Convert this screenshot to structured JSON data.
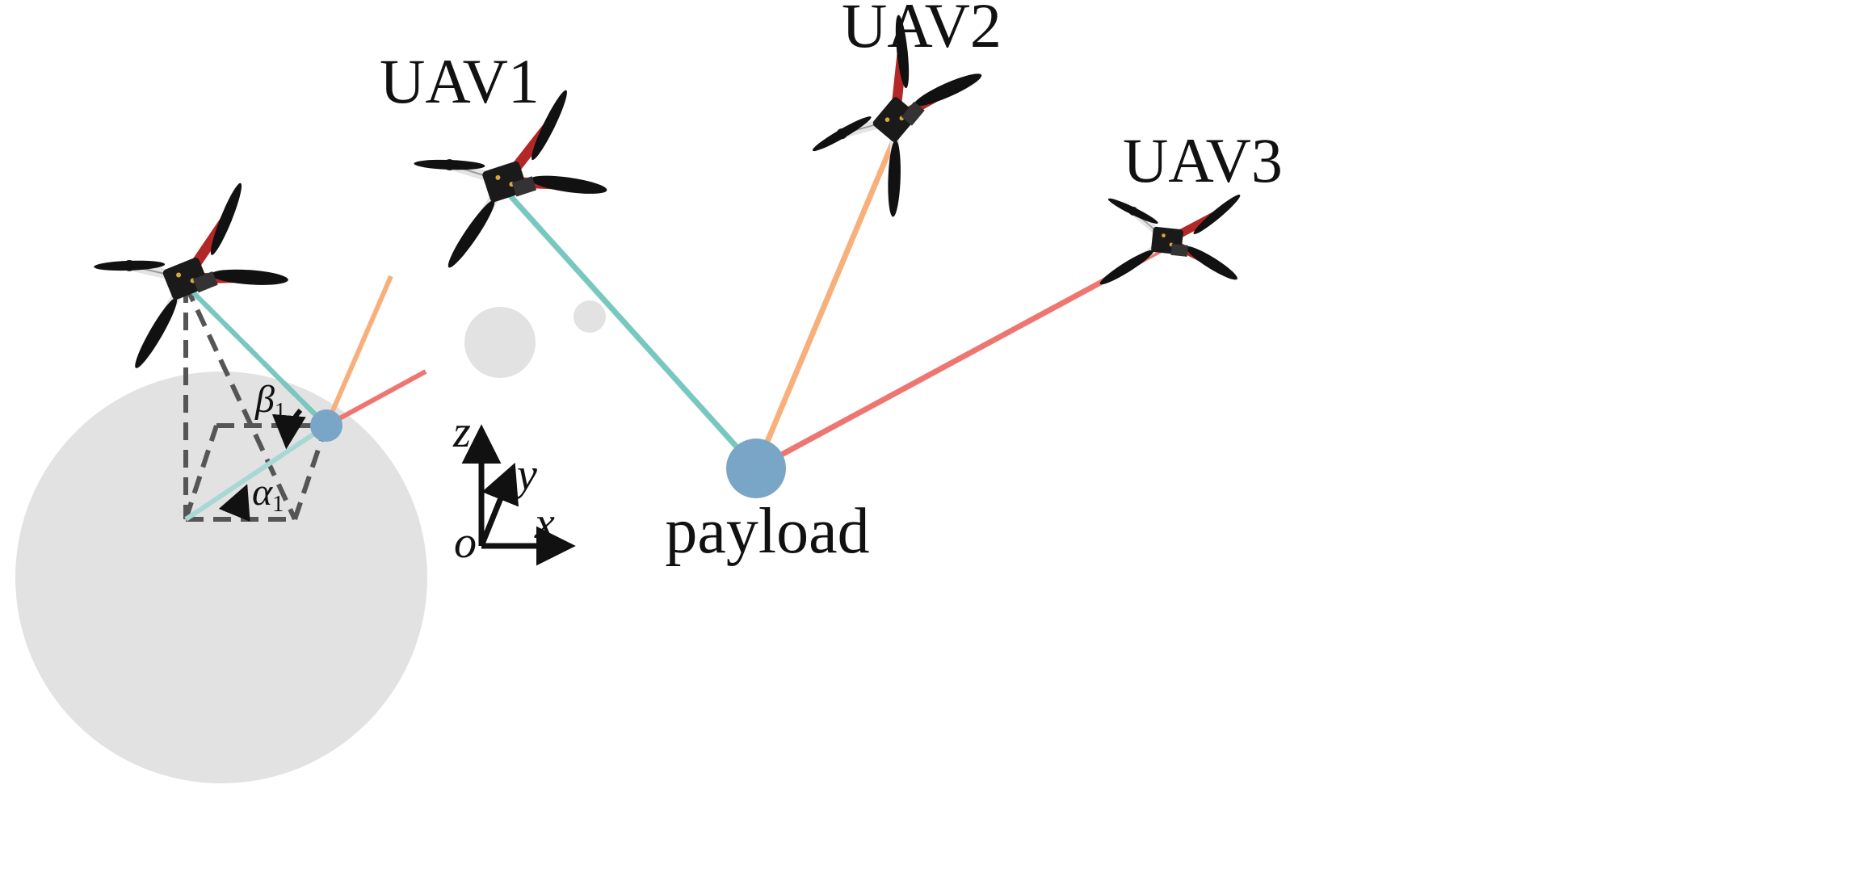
{
  "labels": {
    "uav1": "UAV1",
    "uav2": "UAV2",
    "uav3": "UAV3",
    "payload": "payload"
  },
  "axes": {
    "z": "z",
    "y": "y",
    "x": "x",
    "origin": "o"
  },
  "angles": {
    "beta": "β",
    "beta_sub": "1",
    "alpha": "α",
    "alpha_sub": "1"
  },
  "colors": {
    "cable_uav1": "#79c8c0",
    "cable_uav2": "#f7b07b",
    "cable_uav3": "#ef7670",
    "payload": "#79a6c7",
    "inset_bg": "#e2e2e2",
    "frame_red": "#b32826",
    "frame_white": "#e4e4e4",
    "propeller": "#111111",
    "dashed": "#555555"
  },
  "icons": {
    "uav": "quadrotor-drone-icon",
    "axis_arrow": "arrow-icon",
    "angle_arrow": "curved-arrow-icon"
  }
}
